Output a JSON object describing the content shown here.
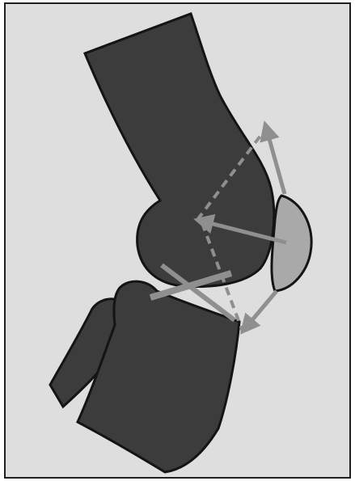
{
  "figure": {
    "colors": {
      "background": "#dedede",
      "frame": "#1f1f1f",
      "bone_fill": "#3c3c3c",
      "bone_outline": "#141414",
      "patella_fill": "#a9a9a9",
      "vector_arrow": "#8f8f8f"
    },
    "icons": {
      "femur": "femur-shape",
      "tibia": "tibia-shape",
      "fibula": "fibula-shape",
      "patella": "patella-shape"
    }
  }
}
